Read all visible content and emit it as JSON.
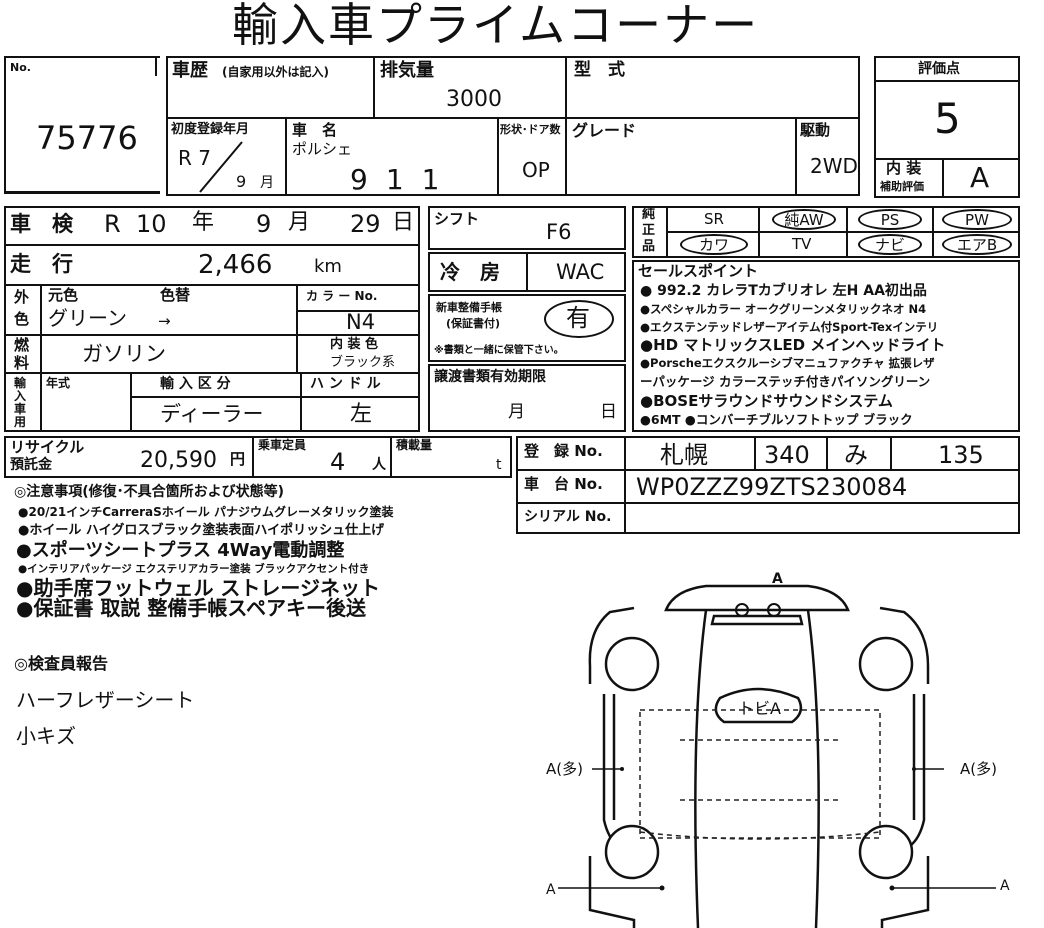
{
  "title": "輸入車プライムコーナー",
  "no_label": "No.",
  "lot_no": "75776",
  "history_label": "車歴",
  "history_note": "(自家用以外は記入)",
  "displacement_label": "排気量",
  "displacement": "3000",
  "model_label": "型　式",
  "model_value": "",
  "eval_label": "評価点",
  "eval_score": "5",
  "interior_label": "内 装",
  "interior_sub": "補助評価",
  "interior_grade": "A",
  "first_reg_label": "初度登録年月",
  "first_reg_era": "R 7",
  "first_reg_month": "9",
  "month_unit": "月",
  "car_name_label": "車　名",
  "maker": "ポルシェ",
  "car_name": "911",
  "shape_label": "形状･ドア数",
  "shape_value": "OP",
  "grade_label": "グレード",
  "grade_value": "",
  "drive_label": "駆動",
  "drive_value": "2WD",
  "inspection_label": "車　検",
  "inspection_era": "R",
  "inspection_year": "10",
  "inspection_month": "9",
  "inspection_day": "29",
  "unit_year": "年",
  "unit_month": "月",
  "unit_day": "日",
  "shift_label": "シフト",
  "shift_value": "F6",
  "mileage_label": "走　行",
  "mileage": "2,466",
  "mileage_unit": "km",
  "ac_label": "冷　房",
  "ac_value": "WAC",
  "color_side_1": "外",
  "color_side_2": "色",
  "orig_color_label": "元色",
  "color_change_label": "色替",
  "color_value": "グリーン",
  "color_arrow": "→",
  "color_no_label": "カ ラ ー No.",
  "color_no": "N4",
  "fuel_side_1": "燃",
  "fuel_side_2": "料",
  "fuel_value": "ガソリン",
  "int_color_label": "内 装 色",
  "int_color_value": "ブラック系",
  "service_label_1": "新車整備手帳",
  "service_label_2": "(保証書付)",
  "service_value": "有",
  "service_note": "※書類と一緒に保管下さい。",
  "equip_side_1": "純",
  "equip_side_2": "正",
  "equip_side_3": "品",
  "equip_items": [
    "SR",
    "純AW",
    "PS",
    "PW",
    "カワ",
    "TV",
    "ナビ",
    "エアB"
  ],
  "sales_label": "セールスポイント",
  "sales_points": [
    "● 992.2 カレラTカブリオレ 左H AA初出品",
    "●スペシャルカラー オークグリーンメタリックネオ N4",
    "●エクステンテッドレザーアイテム付Sport-Texインテリ",
    "●HD マトリックスLED メインヘッドライト",
    "●Porscheエクスクルーシブマニュファクチャ 拡張レザ",
    "ーパッケージ カラーステッチ付きパイソングリーン",
    "●BOSEサラウンドサウンドシステム",
    "●6MT ●コンバーチブルソフトトップ ブラック"
  ],
  "import_side": [
    "輸",
    "入",
    "車",
    "用"
  ],
  "nenshiki_label": "年式",
  "import_class_label": "輸 入 区 分",
  "import_class_value": "ディーラー",
  "handle_label": "ハ ン ド ル",
  "handle_value": "左",
  "transfer_label": "譲渡書類有効期限",
  "transfer_month": "月",
  "transfer_day": "日",
  "recycle_label_1": "リサイクル",
  "recycle_label_2": "預託金",
  "recycle_value": "20,590",
  "recycle_unit": "円",
  "capacity_label": "乗車定員",
  "capacity_value": "4",
  "capacity_unit": "人",
  "load_label": "積載量",
  "load_unit": "t",
  "reg_no_label": "登　録 No.",
  "reg_place": "札幌",
  "reg_class": "340",
  "reg_kana": "み",
  "reg_number": "135",
  "chassis_label": "車　台 No.",
  "chassis_value": "WP0ZZZ99ZTS230084",
  "serial_label": "シリアル No.",
  "serial_value": "",
  "notes_heading": "◎注意事項(修復･不具合箇所および状態等)",
  "notes": [
    "●20/21インチCarreraSホイール パナジウムグレーメタリック塗装",
    "●ホイール ハイグロスブラック塗装表面ハイポリッシュ仕上げ",
    "●スポーツシートプラス 4Way電動調整",
    "●インテリアパッケージ エクステリアカラー塗装 ブラックアクセント付き",
    "●助手席フットウェル ストレージネット",
    "●保証書 取説 整備手帳スペアキー後送"
  ],
  "inspector_heading": "◎検査員報告",
  "inspector_notes": [
    "ハーフレザーシート",
    "小キズ"
  ],
  "diagram_marks": {
    "top": "A",
    "roof": "トビA",
    "left_side": "A(多)",
    "right_side": "A(多)",
    "bottom_left": "A",
    "bottom_right": "A"
  }
}
